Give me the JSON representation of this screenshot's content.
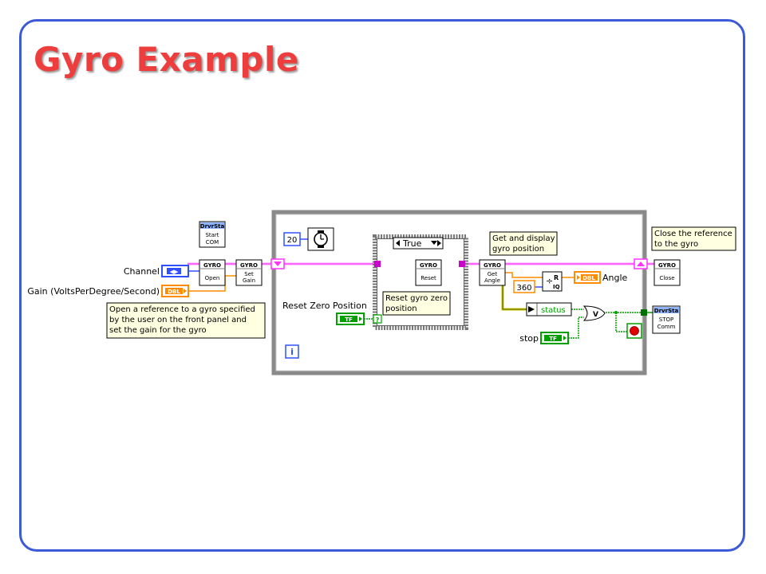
{
  "slide": {
    "title": "Gyro Example"
  },
  "diagram": {
    "labels": {
      "channel": "Channel",
      "gain": "Gain (VoltsPerDegree/Second)",
      "reset_zero_position": "Reset Zero Position",
      "angle": "Angle",
      "stop": "stop",
      "status": "status"
    },
    "comments": {
      "open_line1": "Open a reference to a gyro specified",
      "open_line2": "by the user on the front panel and",
      "open_line3": "set the gain for the gyro",
      "reset_line1": "Reset gyro zero",
      "reset_line2": "position",
      "get_line1": "Get and display",
      "get_line2": "gyro position",
      "close_line1": "Close the reference",
      "close_line2": "to the gyro"
    },
    "constants": {
      "wait_ms": "20",
      "divisor": "360",
      "iteration": "i",
      "case_selector": "True"
    },
    "terminals": {
      "channel_type": "◀▶",
      "gain_type": "DBL",
      "angle_type": "DBL",
      "reset_type": "TF",
      "stop_type": "TF"
    },
    "nodes": {
      "start_com_header": "DrvrSta",
      "start_com_line1": "Start",
      "start_com_line2": "COM",
      "gyro_header": "GYRO",
      "open": "Open",
      "set_gain_line1": "Set",
      "set_gain_line2": "Gain",
      "reset": "Reset",
      "get_angle_line1": "Get",
      "get_angle_line2": "Angle",
      "close": "Close",
      "stop_comm_header": "DrvrSta",
      "stop_comm_line1": "STOP",
      "stop_comm_line2": "Comm",
      "quotient_r": "R",
      "quotient_iq": "IQ",
      "or_symbol": "V"
    },
    "colors": {
      "reference_wire": "#ff33ff",
      "numeric_wire": "#ff8c00",
      "boolean_wire": "#00a000",
      "integer_wire": "#3050ff",
      "error_wire": "#c8c800",
      "loop_border": "#8a8a8a",
      "comment_bg": "#ffffe1"
    }
  }
}
